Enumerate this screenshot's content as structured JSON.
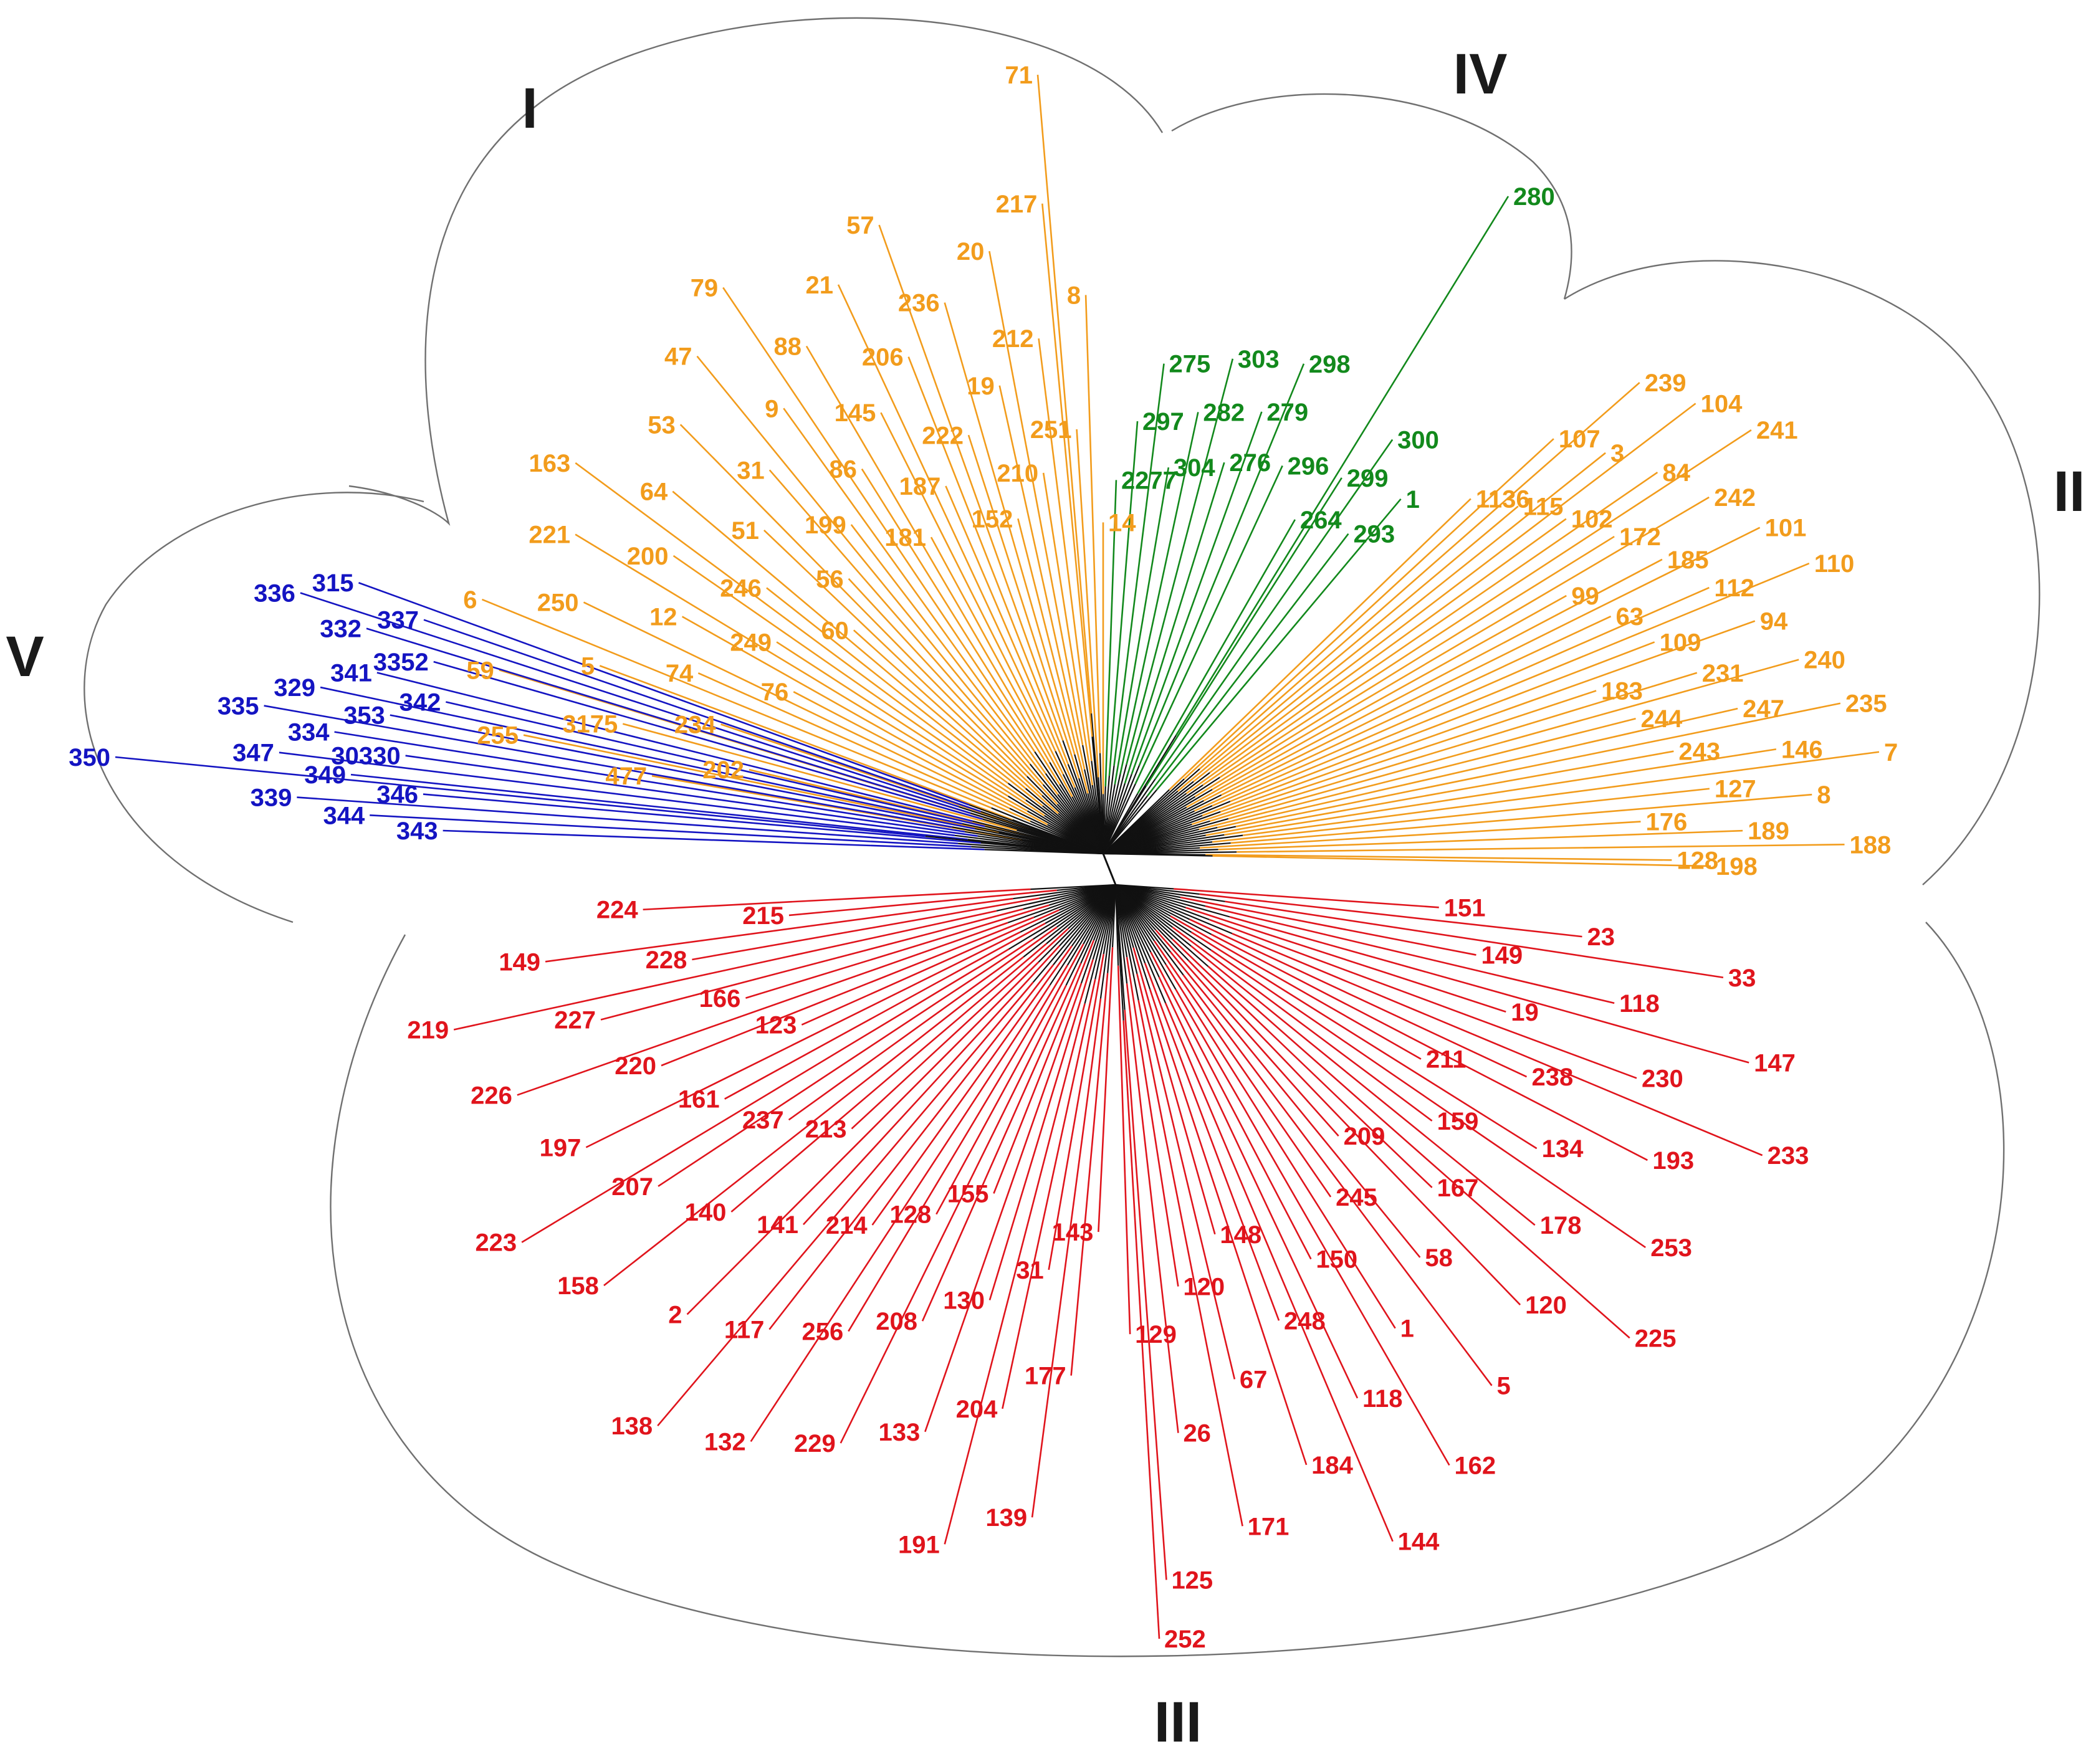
{
  "colors": {
    "clusters": {
      "I": "#f29c1c",
      "II": "#f29c1c",
      "III": "#e0141c",
      "IV": "#12891c",
      "V": "#1414c2"
    },
    "trunk": "#111111",
    "boundary": "#707070",
    "background": "#ffffff"
  },
  "clusters": [
    {
      "id": "I",
      "label": "I",
      "color_key": "I",
      "leaves": [
        "71",
        "477",
        "255",
        "202",
        "3175",
        "59",
        "234",
        "5",
        "6",
        "74",
        "250",
        "76",
        "12",
        "221",
        "249",
        "200",
        "163",
        "246",
        "64",
        "60",
        "51",
        "53",
        "56",
        "31",
        "47",
        "199",
        "9",
        "79",
        "86",
        "88",
        "181",
        "145",
        "21",
        "187",
        "206",
        "57",
        "222",
        "236",
        "152",
        "19",
        "20",
        "210",
        "212",
        "217",
        "251",
        "8",
        "14"
      ]
    },
    {
      "id": "II",
      "label": "II",
      "color_key": "II",
      "leaves": [
        "1136",
        "107",
        "239",
        "115",
        "3",
        "104",
        "102",
        "84",
        "241",
        "172",
        "242",
        "99",
        "185",
        "101",
        "63",
        "112",
        "110",
        "109",
        "94",
        "183",
        "231",
        "240",
        "244",
        "247",
        "235",
        "243",
        "146",
        "7",
        "127",
        "8",
        "176",
        "189",
        "188",
        "128",
        "198"
      ]
    },
    {
      "id": "III",
      "label": "III",
      "color_key": "III",
      "leaves": [
        "151",
        "23",
        "33",
        "149",
        "118",
        "147",
        "19",
        "230",
        "233",
        "238",
        "193",
        "211",
        "134",
        "253",
        "159",
        "178",
        "225",
        "167",
        "120",
        "209",
        "58",
        "5",
        "245",
        "1",
        "162",
        "150",
        "118",
        "144",
        "248",
        "184",
        "148",
        "67",
        "171",
        "120",
        "26",
        "125",
        "129",
        "252",
        "143",
        "177",
        "139",
        "31",
        "204",
        "191",
        "130",
        "133",
        "155",
        "208",
        "229",
        "128",
        "256",
        "132",
        "214",
        "117",
        "138",
        "141",
        "2",
        "213",
        "140",
        "158",
        "237",
        "207",
        "223",
        "161",
        "197",
        "123",
        "220",
        "226",
        "166",
        "227",
        "219",
        "228",
        "149",
        "215",
        "224"
      ]
    },
    {
      "id": "IV",
      "label": "IV",
      "color_key": "IV",
      "leaves": [
        "2277",
        "297",
        "275",
        "304",
        "282",
        "303",
        "276",
        "279",
        "298",
        "296",
        "280",
        "264",
        "299",
        "300",
        "293",
        "1"
      ]
    },
    {
      "id": "V",
      "label": "V",
      "color_key": "V",
      "leaves": [
        "343",
        "344",
        "339",
        "346",
        "349",
        "347",
        "30330",
        "334",
        "335",
        "353",
        "329",
        "342",
        "341",
        "350",
        "3352",
        "332",
        "336",
        "337",
        "315"
      ]
    }
  ]
}
